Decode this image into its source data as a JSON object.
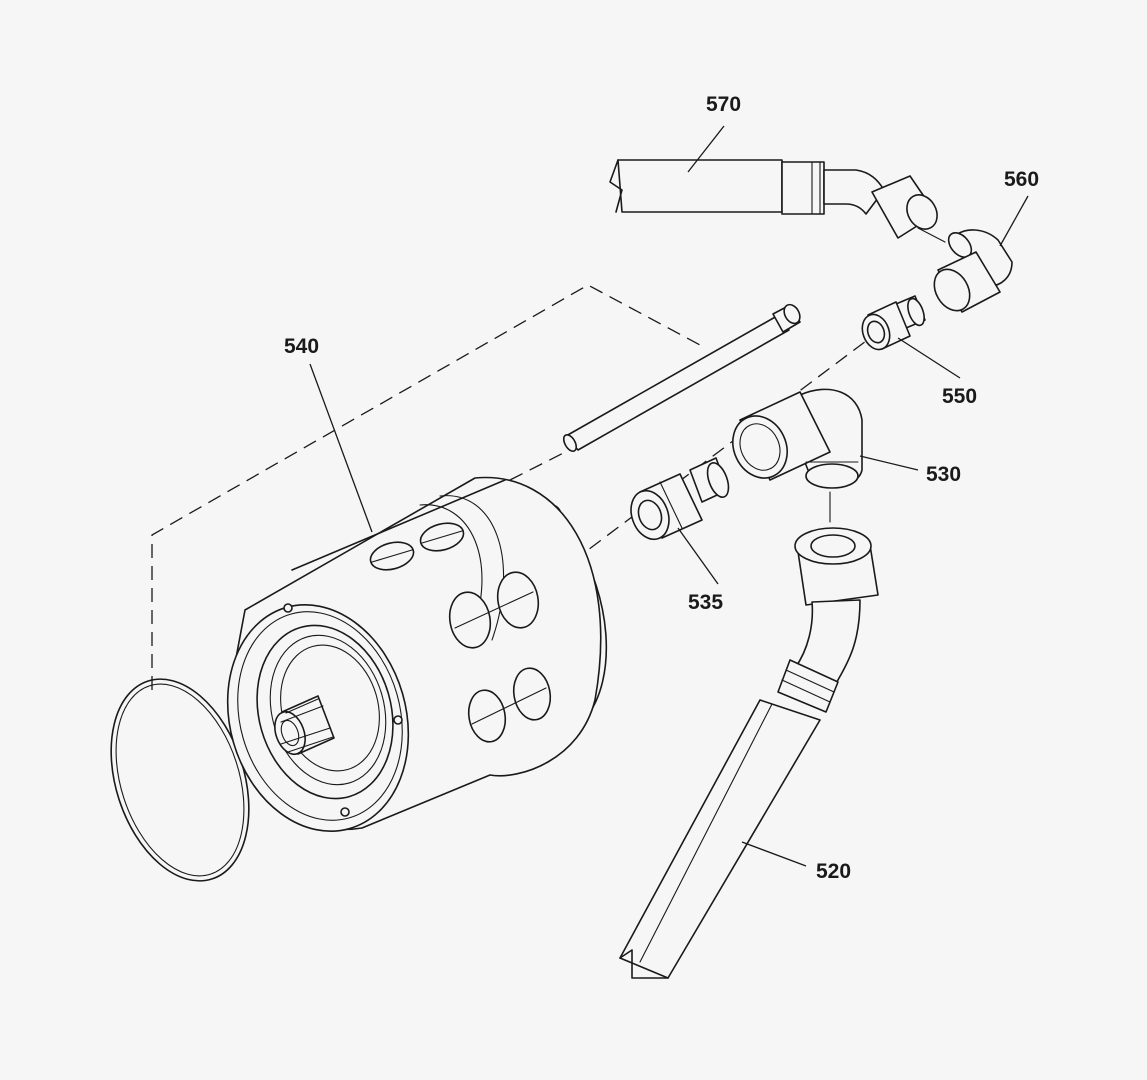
{
  "figure": {
    "labels": {
      "l570": "570",
      "l560": "560",
      "l550": "550",
      "l540": "540",
      "l535": "535",
      "l530": "530",
      "l520": "520"
    }
  }
}
